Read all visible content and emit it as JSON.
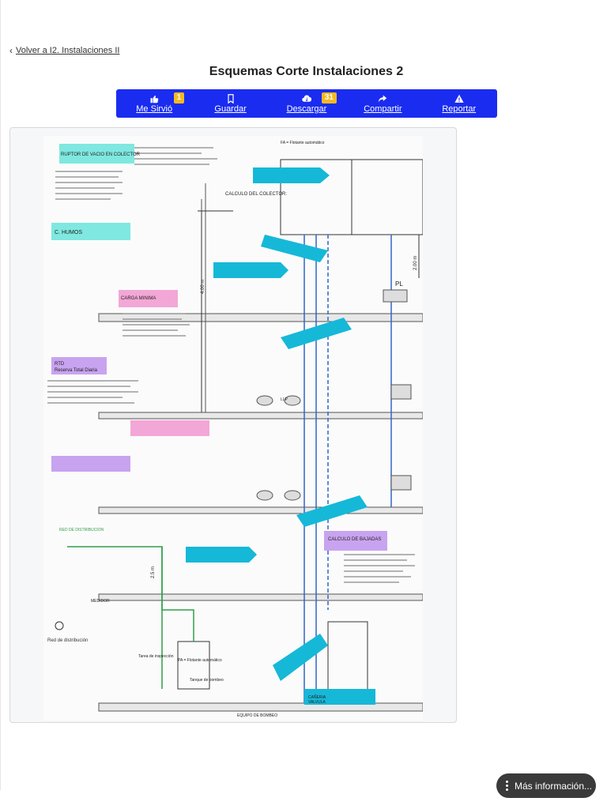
{
  "nav": {
    "back_label": "Volver a I2. Instalaciones II"
  },
  "page": {
    "title": "Esquemas Corte Instalaciones 2"
  },
  "toolbar": {
    "accent": "#1a2cf0",
    "badge_color": "#f5b921",
    "items": [
      {
        "label": "Me Sirvió",
        "icon": "thumbs-up-icon",
        "badge": "1"
      },
      {
        "label": "Guardar",
        "icon": "bookmark-icon"
      },
      {
        "label": "Descargar",
        "icon": "download-cloud-icon",
        "badge": "31"
      },
      {
        "label": "Compartir",
        "icon": "share-icon"
      },
      {
        "label": "Reportar",
        "icon": "warning-icon"
      }
    ]
  },
  "document": {
    "annotations": [
      "RUPTOR DE VACIO EN COLECTOR",
      "C. HUMOS",
      "CARGA MINIMA",
      "RTD",
      "Reserva Total Diaria",
      "CALCULO DEL COLECTOR:",
      "RED DE DISTRIBUCION",
      "Red de distribución",
      "CALCULO DE BAJADAS",
      "PL",
      "FA = Flotante automático",
      "PA = Flotante automático",
      "LLP",
      "EQUIPO DE BOMBEO",
      "Tanque de bombeo",
      "4.00 m",
      "2.00 m",
      "2.5 m",
      "Tarea de inspección",
      "MEDIDOR",
      "CAÑERIA",
      "VALVULA"
    ]
  },
  "footer": {
    "more_info_label": "Más información..."
  }
}
